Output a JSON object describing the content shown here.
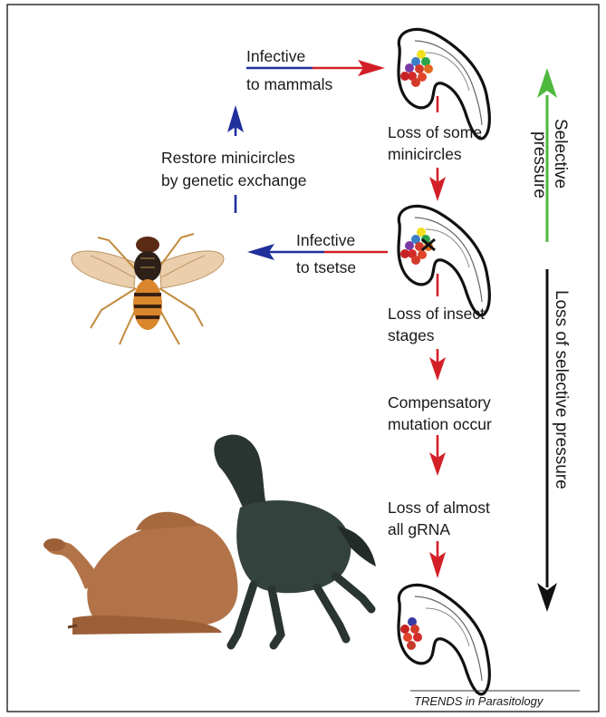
{
  "labels": {
    "infective_mammals_1": "Infective",
    "infective_mammals_2": "to mammals",
    "loss_minicircles_1": "Loss of some",
    "loss_minicircles_2": "minicircles",
    "restore_1": "Restore minicircles",
    "restore_2": "by genetic exchange",
    "infective_tsetse_1": "Infective",
    "infective_tsetse_2": "to tsetse",
    "loss_insect_1": "Loss of insect",
    "loss_insect_2": "stages",
    "compensatory_1": "Compensatory",
    "compensatory_2": "mutation occur",
    "loss_grna_1": "Loss of almost",
    "loss_grna_2": "all gRNA",
    "selective_1": "Selective",
    "selective_2": "pressure",
    "loss_selective": "Loss of selective pressure",
    "credit": "TRENDS in Parasitology"
  },
  "colors": {
    "red_arrow": "#d32027",
    "blue_arrow": "#1f2f9c",
    "green_arrow": "#4fb83f",
    "black_arrow": "#111111",
    "border": "#111111"
  },
  "icons": {
    "fly": "tsetse-fly-illustration",
    "camel": "camel-illustration",
    "horse": "horse-illustration",
    "parasite": "trypanosome-cell"
  }
}
